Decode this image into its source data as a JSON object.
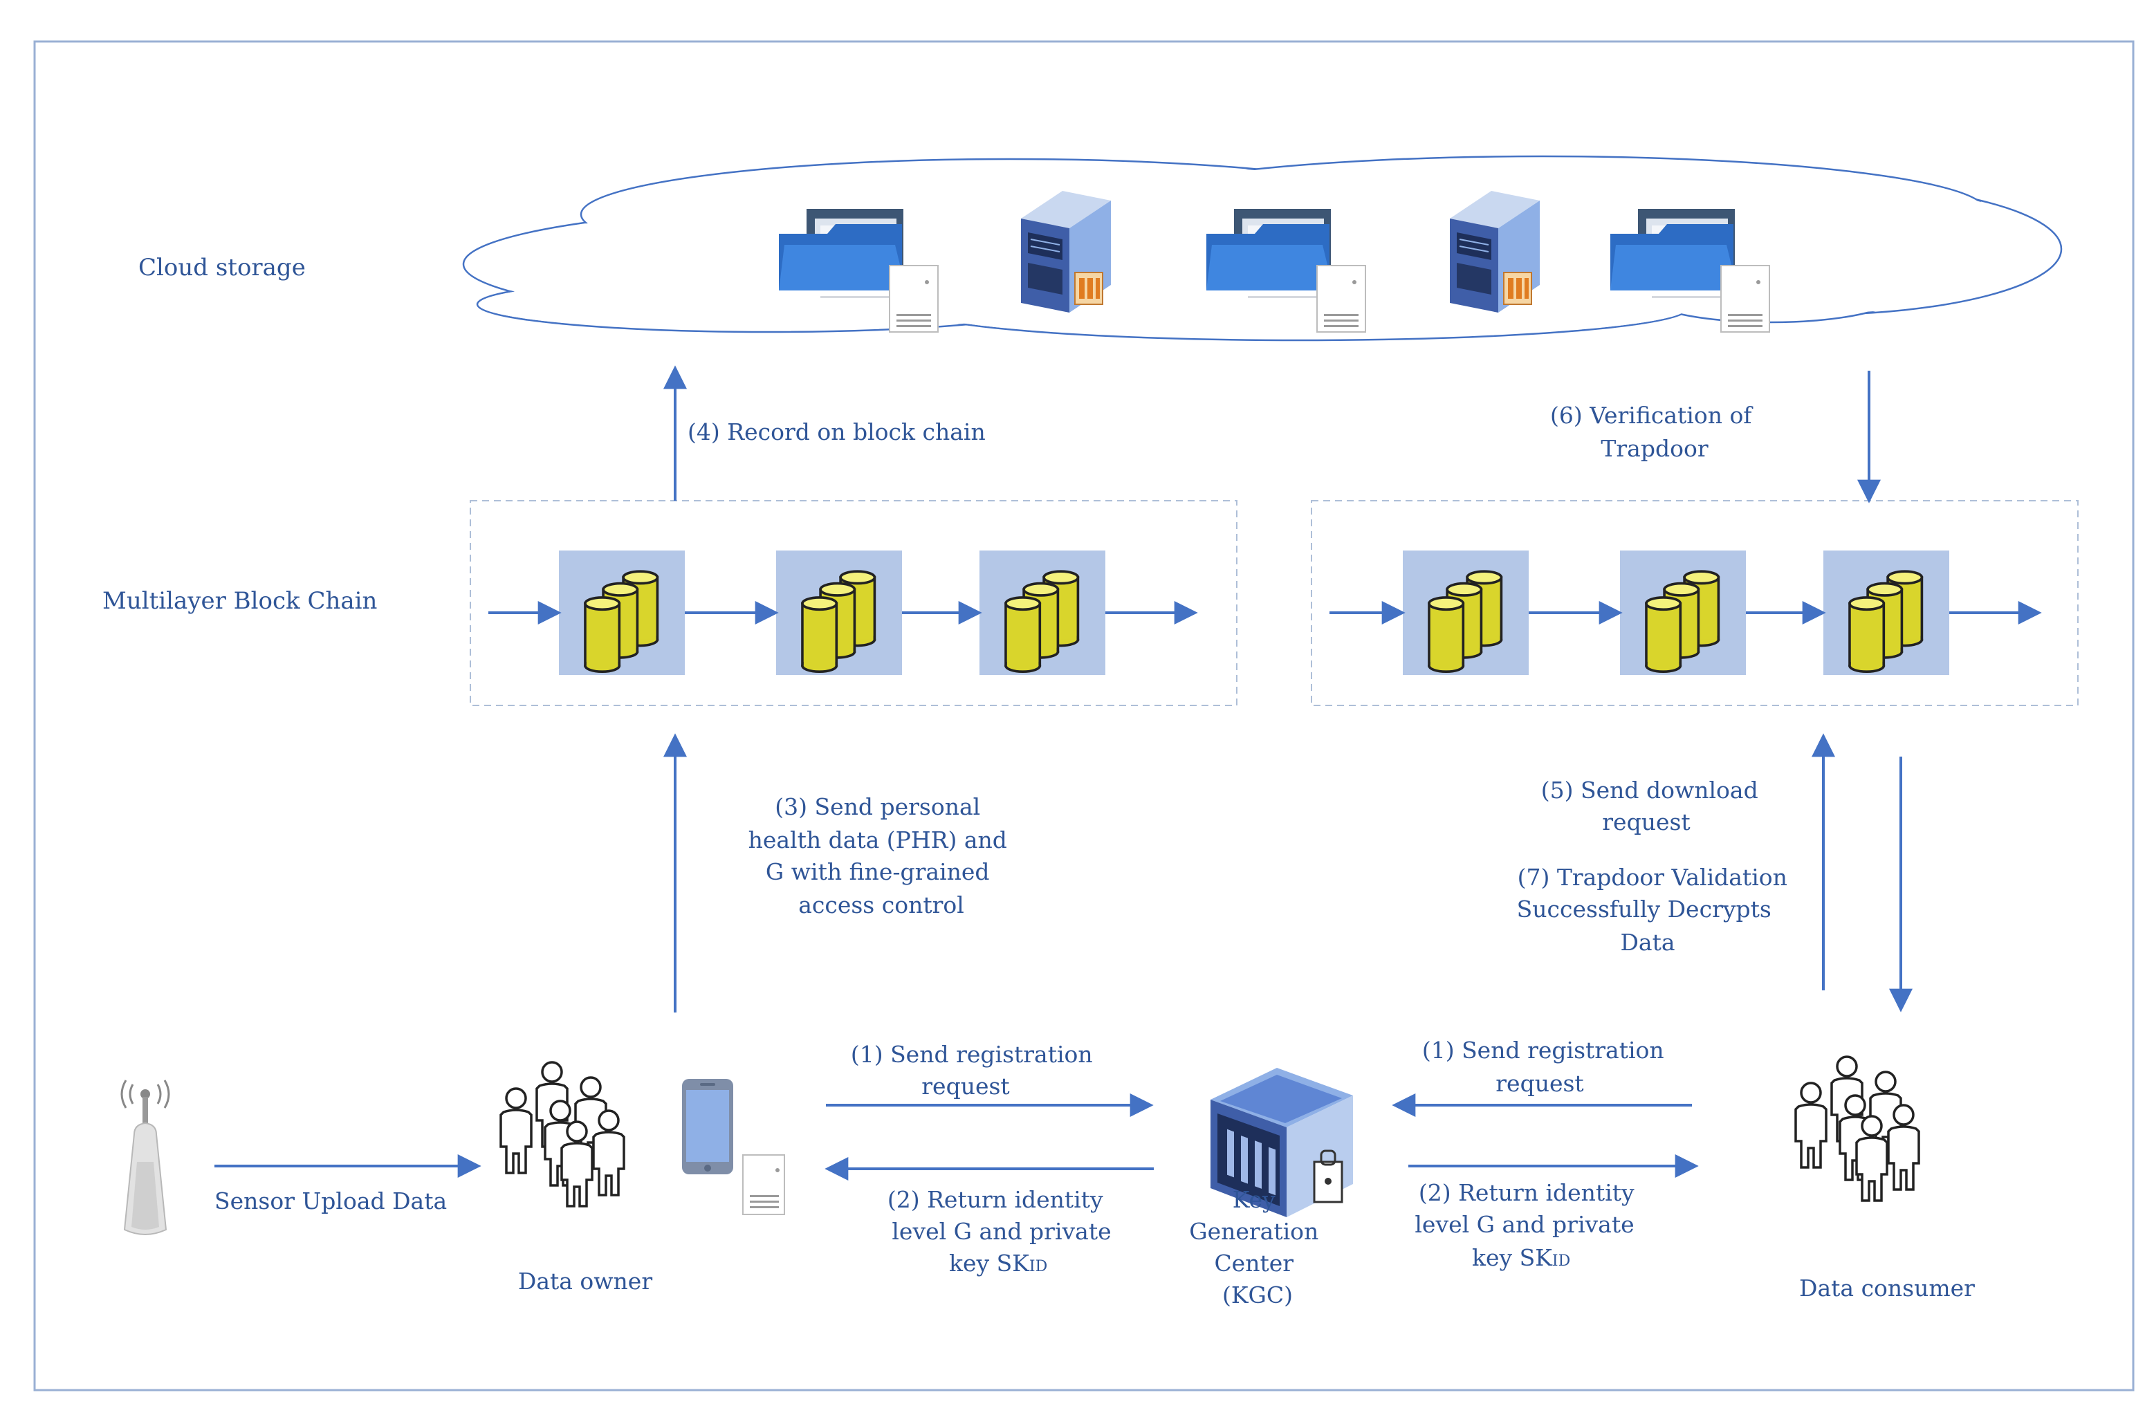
{
  "diagram": {
    "layers": {
      "cloud_storage": "Cloud storage",
      "blockchain": "Multilayer Block Chain"
    },
    "actors": {
      "data_owner": "Data owner",
      "data_consumer": "Data consumer",
      "kgc": [
        "Key",
        "Generation",
        "Center",
        "(KGC)"
      ]
    },
    "steps": {
      "record_on_chain": "(4) Record on block chain",
      "verification": [
        "(6) Verification of",
        "Trapdoor"
      ],
      "send_phr": [
        "(3) Send personal",
        "health data (PHR) and",
        "G with fine-grained",
        "access control"
      ],
      "send_download": [
        "(5) Send download",
        "request"
      ],
      "trapdoor_validation": [
        "(7) Trapdoor Validation",
        "Successfully Decrypts",
        "Data"
      ],
      "registration_left": [
        "(1)  Send registration",
        "request"
      ],
      "registration_right": [
        "(1)  Send registration",
        "request"
      ],
      "return_identity_left": [
        "(2) Return identity",
        "level G and private",
        "key SK"
      ],
      "return_identity_right": [
        "(2) Return identity",
        "level G and private",
        "key SK"
      ],
      "sk_subscript": "ID",
      "sensor_upload": "Sensor Upload Data"
    },
    "colors": {
      "text": "#2f5597",
      "arrow": "#4472c4",
      "block": "#b4c7e7",
      "database": "#d9d52c"
    },
    "icons": [
      "folder-icon",
      "server-icon",
      "database-icon",
      "people-icon",
      "smartphone-icon",
      "document-icon",
      "wireless-sensor-icon",
      "kgc-server-icon"
    ]
  }
}
